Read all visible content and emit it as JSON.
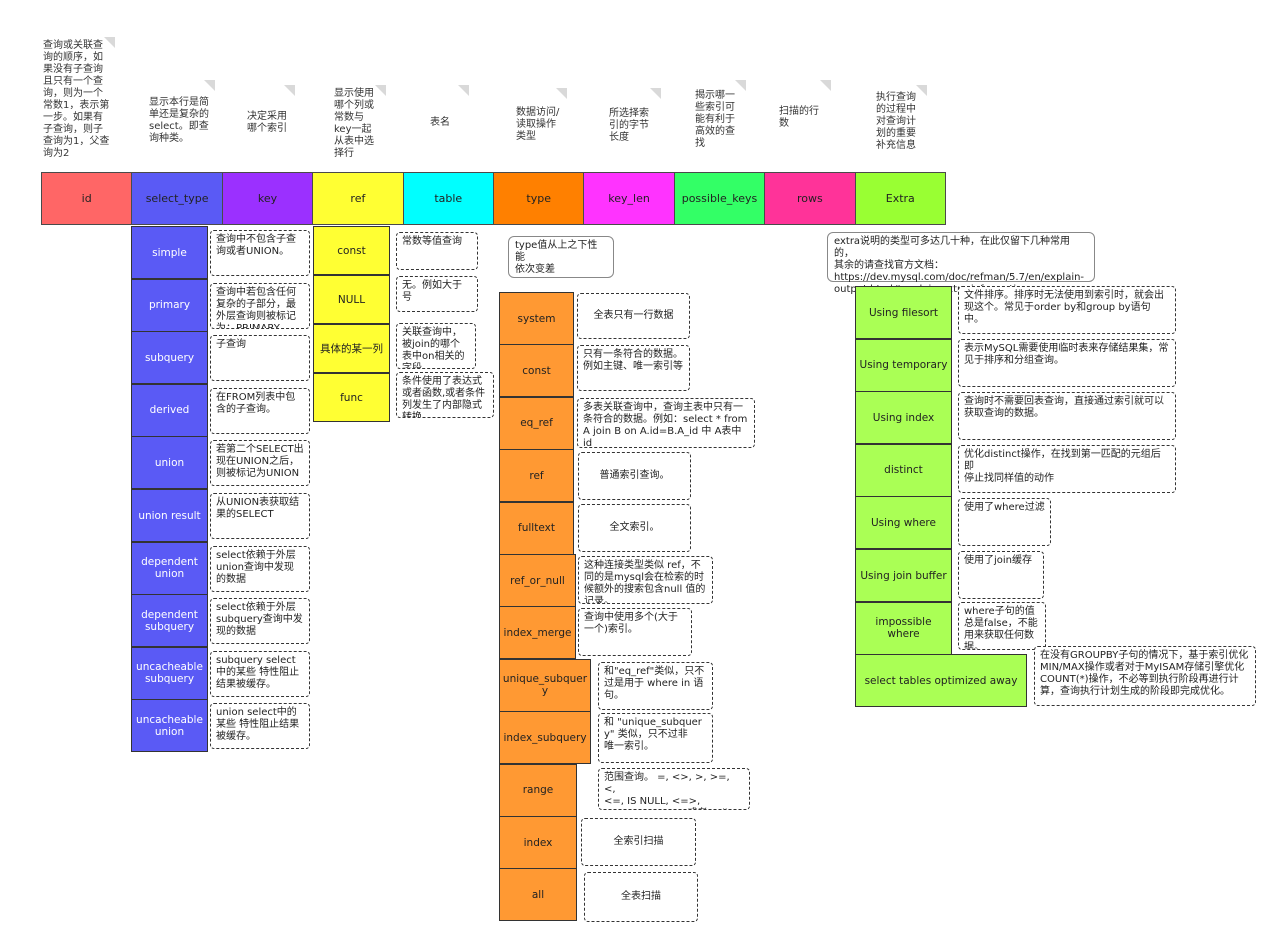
{
  "columns": [
    {
      "label": "id",
      "color": "#FF6666",
      "note": "查询或关联查\n询的顺序，如\n果没有子查询\n且只有一个查\n询，则为一个\n常数1，表示第\n一步。如果有\n子查询，则子\n查询为1，父查\n询为2"
    },
    {
      "label": "select_type",
      "color": "#5A5AF5",
      "note": "显示本行是简\n单还是复杂的\nselect。即查\n询种类。"
    },
    {
      "label": "key",
      "color": "#9B30FF",
      "note": "决定采用\n哪个索引"
    },
    {
      "label": "ref",
      "color": "#FFFF33",
      "note": "显示使用\n哪个列或\n常数与\nkey一起\n从表中选\n择行"
    },
    {
      "label": "table",
      "color": "#00FFFF",
      "note": "表名"
    },
    {
      "label": "type",
      "color": "#FF8000",
      "note": "数据访问/\n读取操作\n类型"
    },
    {
      "label": "key_len",
      "color": "#FF33FF",
      "note": "所选择索\n引的字节\n长度"
    },
    {
      "label": "possible_keys",
      "color": "#33FF66",
      "note": "揭示哪一\n些索引可\n能有利于\n高效的查\n找"
    },
    {
      "label": "rows",
      "color": "#FF3399",
      "note": "扫描的行\n数"
    },
    {
      "label": "Extra",
      "color": "#99FF33",
      "note": "执行查询\n的过程中\n对查询计\n划的重要\n补充信息"
    }
  ],
  "colors": {
    "select_type_cell": "#5A5AF5",
    "ref_cell": "#FFFF33",
    "type_cell": "#FF9933",
    "extra_cell": "#AAFF55"
  },
  "select_type_items": [
    {
      "name": "simple",
      "desc": "查询中不包含子查\n询或者UNION。"
    },
    {
      "name": "primary",
      "desc": "查询中若包含任何\n复杂的子部分，最\n外层查询则被标记\n为：PRIMARY"
    },
    {
      "name": "subquery",
      "desc": "子查询"
    },
    {
      "name": "derived",
      "desc": "在FROM列表中包\n含的子查询。"
    },
    {
      "name": "union",
      "desc": "若第二个SELECT出\n现在UNION之后，\n则被标记为UNION"
    },
    {
      "name": "union result",
      "desc": "从UNION表获取结\n果的SELECT"
    },
    {
      "name": "dependent\nunion",
      "desc": "select依赖于外层\nunion查询中发现\n的数据"
    },
    {
      "name": "dependent\nsubquery",
      "desc": "select依赖于外层\nsubquery查询中发\n现的数据"
    },
    {
      "name": "uncacheable\nsubquery",
      "desc": "subquery select\n中的某些 特性阻止\n结果被缓存。"
    },
    {
      "name": "uncacheable\nunion",
      "desc": "union select中的\n某些 特性阻止结果\n被缓存。"
    }
  ],
  "ref_items": [
    {
      "name": "const",
      "desc": "常数等值查询"
    },
    {
      "name": "NULL",
      "desc": "无。例如大于\n号"
    },
    {
      "name": "具体的某一列",
      "desc": "关联查询中，\n被join的哪个\n表中on相关的\n字段"
    },
    {
      "name": "func",
      "desc": "条件使用了表达式\n或者函数,或者条件\n列发生了内部隐式\n转换"
    }
  ],
  "type_bubble": "type值从上之下性能\n依次变差",
  "type_items": [
    {
      "name": "system",
      "desc": "全表只有一行数据"
    },
    {
      "name": "const",
      "desc": "只有一条符合的数据。\n例如主键、唯一索引等"
    },
    {
      "name": "eq_ref",
      "desc": "多表关联查询中，查询主表中只有一\n条符合的数据。例如：select * from\nA join B on A.id=B.A_id 中 A表中id\n为唯一索引或者主键。"
    },
    {
      "name": "ref",
      "desc": "普通索引查询。"
    },
    {
      "name": "fulltext",
      "desc": "全文索引。"
    },
    {
      "name": "ref_or_null",
      "desc": "这种连接类型类似 ref，不\n同的是mysql会在检索的时\n候额外的搜索包含null 值的\n记录。"
    },
    {
      "name": "index_merge",
      "desc": "查询中使用多个(大于\n一个)索引。"
    },
    {
      "name": "unique_subquer\ny",
      "desc": "和\"eq_ref\"类似，只不\n过是用于 where in 语\n句。"
    },
    {
      "name": "index_subquery",
      "desc": "和 \"unique_subquer\ny\" 类似，只不过非\n唯一索引。"
    },
    {
      "name": "range",
      "desc": "范围查询。 =, <>, >, >=, <,\n<=, IS NULL, <=>,\nBETWEEN, LIKE, 或者 IN()中。"
    },
    {
      "name": "index",
      "desc": "全索引扫描"
    },
    {
      "name": "all",
      "desc": "全表扫描"
    }
  ],
  "extra_bubble": "extra说明的类型可多达几十种，在此仅留下几种常用的，\n其余的请查找官方文档：\nhttps://dev.mysql.com/doc/refman/5.7/en/explain-\noutput.html#explain-extra-information",
  "extra_items": [
    {
      "name": "Using filesort",
      "desc": "文件排序。排序时无法使用到索引时，就会出\n现这个。常见于order by和group by语句中。"
    },
    {
      "name": "Using temporary",
      "desc": "表示MySQL需要使用临时表来存储结果集，常\n见于排序和分组查询。"
    },
    {
      "name": "Using index",
      "desc": "查询时不需要回表查询，直接通过索引就可以\n获取查询的数据。"
    },
    {
      "name": "distinct",
      "desc": "优化distinct操作，在找到第一匹配的元组后即\n停止找同样值的动作"
    },
    {
      "name": "Using where",
      "desc": "使用了where过滤"
    },
    {
      "name": "Using join buffer",
      "desc": "使用了join缓存"
    },
    {
      "name": "impossible where",
      "desc": "where子句的值\n总是false，不能\n用来获取任何数\n据。"
    },
    {
      "name": "select tables optimized away",
      "desc": "在没有GROUPBY子句的情况下，基于索引优化\nMIN/MAX操作或者对于MyISAM存储引擎优化\nCOUNT(*)操作，不必等到执行阶段再进行计\n算，查询执行计划生成的阶段即完成优化。"
    }
  ]
}
